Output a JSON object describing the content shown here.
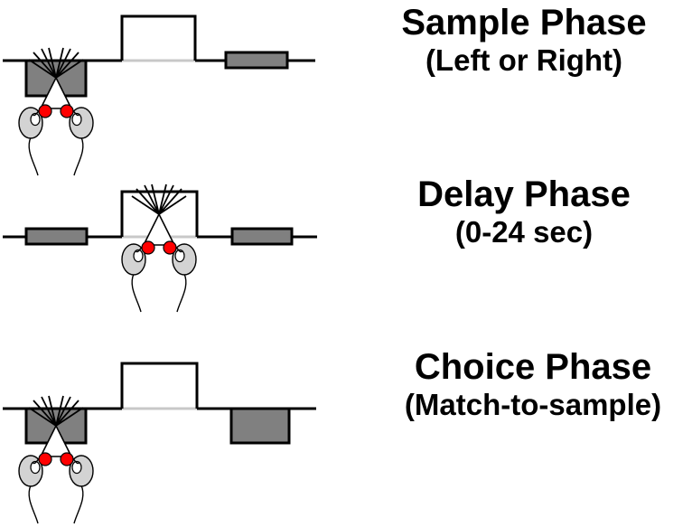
{
  "phases": [
    {
      "title": "Sample Phase",
      "subtitle": "(Left or Right)"
    },
    {
      "title": "Delay Phase",
      "subtitle": "(0-24 sec)"
    },
    {
      "title": "Choice Phase",
      "subtitle": "(Match-to-sample)"
    }
  ],
  "colors": {
    "line": "#000000",
    "box_fill": "#808080",
    "start_floor": "#c8c8c8",
    "sensor_dot": "#ff0000",
    "rodent_fill": "#d3d3d3"
  }
}
